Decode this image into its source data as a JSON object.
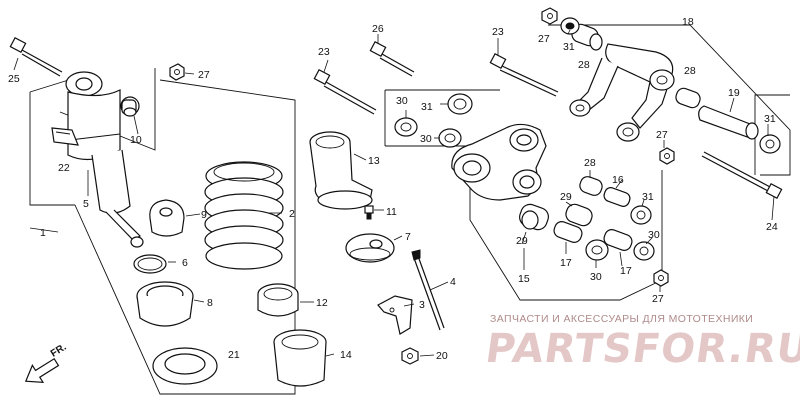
{
  "watermark": {
    "caption": "ЗАПЧАСТИ И АКСЕССУАРЫ ДЛЯ МОТОТЕХНИКИ",
    "logo": "PARTSFOR.RU"
  },
  "direction_marker": "FR.",
  "callouts": {
    "c1": "1",
    "c2": "2",
    "c3": "3",
    "c4": "4",
    "c5": "5",
    "c6": "6",
    "c7": "7",
    "c8": "8",
    "c9": "9",
    "c10": "10",
    "c11": "11",
    "c12": "12",
    "c13": "13",
    "c14": "14",
    "c15": "15",
    "c16": "16",
    "c17a": "17",
    "c17b": "17",
    "c18": "18",
    "c19": "19",
    "c20": "20",
    "c21": "21",
    "c22": "22",
    "c23a": "23",
    "c23b": "23",
    "c24": "24",
    "c25": "25",
    "c26": "26",
    "c27a": "27",
    "c27b": "27",
    "c27c": "27",
    "c27d": "27",
    "c28a": "28",
    "c28b": "28",
    "c28c": "28",
    "c29a": "29",
    "c29b": "29",
    "c30a": "30",
    "c30b": "30",
    "c30c": "30",
    "c30d": "30",
    "c31a": "31",
    "c31b": "31",
    "c31c": "31",
    "c31d": "31"
  }
}
